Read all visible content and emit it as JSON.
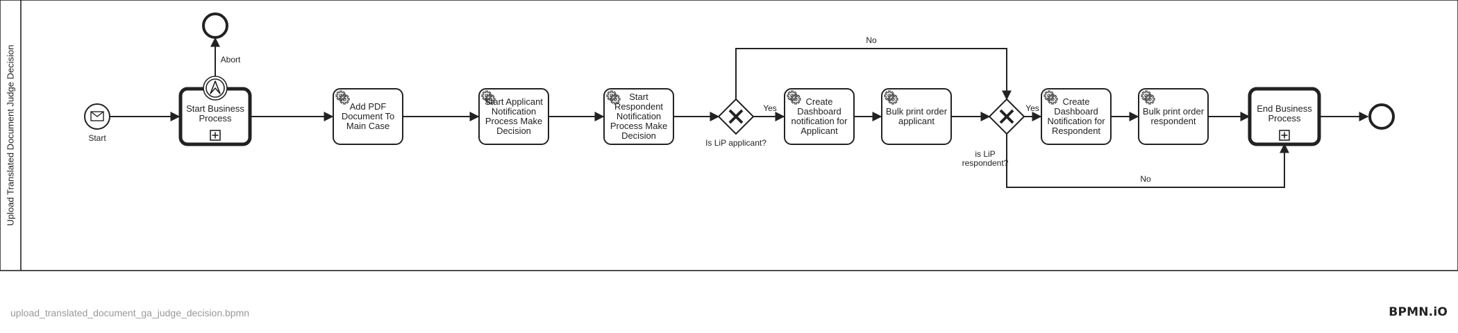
{
  "pool": {
    "label": "Upload Translated Document Judge Decision"
  },
  "events": {
    "start": {
      "label": "Start",
      "type": "message-start"
    },
    "end": {
      "label": ""
    },
    "abort_end": {
      "label": ""
    },
    "abort_boundary": {
      "label": "Abort",
      "type": "escalation-boundary"
    }
  },
  "tasks": {
    "start_business_process": {
      "label": "Start Business Process",
      "type": "call-activity"
    },
    "add_pdf": {
      "label": "Add PDF Document To Main Case",
      "type": "service-task"
    },
    "start_applicant_notification": {
      "label": "Start Applicant Notification Process Make Decision",
      "type": "service-task"
    },
    "start_respondent_notification": {
      "label": "Start Respondent Notification Process Make Decision",
      "type": "service-task"
    },
    "create_dashboard_applicant": {
      "label": "Create Dashboard notification for Applicant",
      "type": "service-task"
    },
    "bulk_print_applicant": {
      "label": "Bulk print order applicant",
      "type": "service-task"
    },
    "create_dashboard_respondent": {
      "label": "Create Dashboard Notification for Respondent",
      "type": "service-task"
    },
    "bulk_print_respondent": {
      "label": "Bulk print order respondent",
      "type": "service-task"
    },
    "end_business_process": {
      "label": "End Business Process",
      "type": "call-activity"
    }
  },
  "gateways": {
    "lip_applicant": {
      "label": "Is LiP applicant?",
      "type": "exclusive"
    },
    "lip_respondent": {
      "label": "is LiP respondent?",
      "type": "exclusive"
    }
  },
  "flow_labels": {
    "applicant_yes": "Yes",
    "applicant_no": "No",
    "respondent_yes": "Yes",
    "respondent_no": "No"
  },
  "footer": {
    "filename": "upload_translated_document_ga_judge_decision.bpmn",
    "logo": "BPMN.iO"
  }
}
